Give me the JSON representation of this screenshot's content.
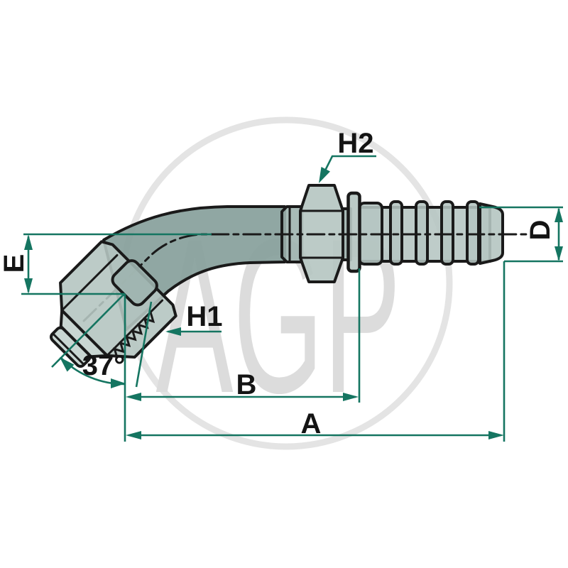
{
  "watermark": {
    "text": "AGP"
  },
  "labels": {
    "e": "E",
    "d": "D",
    "b": "B",
    "a": "A",
    "h1": "H1",
    "h2": "H2",
    "angle": "37°"
  },
  "colors": {
    "dimension_green": "#157561",
    "outline_black": "#1a1a1a",
    "fill_light": "#b5c5c1",
    "fill_mid": "#9fb4af",
    "fill_dark": "#87a09b",
    "fill_pale": "#c3d1cd",
    "watermark_gray": "#e2e2e2"
  }
}
